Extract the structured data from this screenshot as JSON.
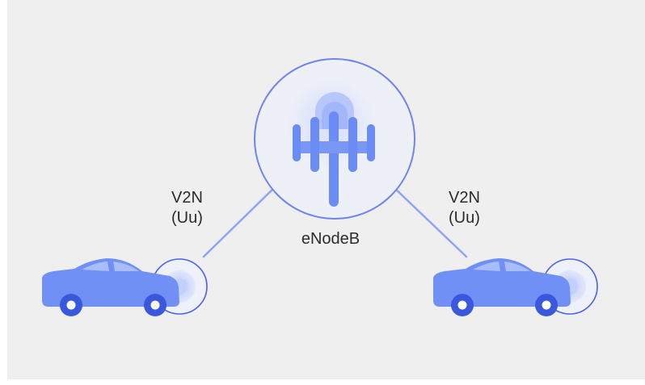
{
  "diagram": {
    "base_station_label": "eNodeB",
    "links": [
      {
        "line1": "V2N",
        "line2": "(Uu)"
      },
      {
        "line1": "V2N",
        "line2": "(Uu)"
      }
    ],
    "colors": {
      "panel_background": "#efefef",
      "ring": "#6f83f0",
      "antenna": "#6b8cf5",
      "car_body": "#7190f6",
      "car_window": "#a9bdfb",
      "wheel": "#3a58dd",
      "link_line": "#8ea4f5",
      "glow": "#c9d5fb"
    },
    "icons": [
      "cell-tower-icon",
      "car-icon",
      "signal-icon"
    ]
  }
}
